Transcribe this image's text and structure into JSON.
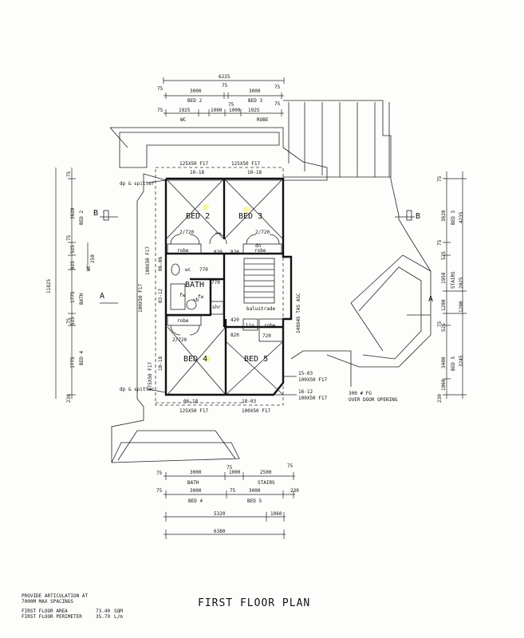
{
  "title": "FIRST FLOOR PLAN",
  "notes": {
    "articulation_1": "PROVIDE ARTICULATION AT",
    "articulation_2": "7000M MAX SPACINGS",
    "area_label": "FIRST FLOOR AREA",
    "area_value": "73.40",
    "area_unit": "SQM",
    "perimeter_label": "FIRST FLOOR PERIMETER",
    "perimeter_value": "35.79",
    "perimeter_unit": "L/m"
  },
  "rooms": {
    "bed2": "BED 2",
    "bed3": "BED 3",
    "bed4": "BED 4",
    "bed5": "BED 5",
    "bath": "BATH"
  },
  "labels": {
    "robe": "robe",
    "lin": "lin",
    "shr": "shr",
    "balustrade": "balustrade",
    "dn": "dn",
    "door_2720": "2/720",
    "d820": "820",
    "d770": "770",
    "d720": "720",
    "d420": "420",
    "fw": "fw",
    "wc": "wc",
    "vb": "vb",
    "dp_spitter": "dp & spitter",
    "lintel_10_18": "10-18",
    "lintel_06_18": "06-18",
    "lintel_18_03": "18-03",
    "lintel_15_03": "15-03",
    "lintel_16_12": "16-12",
    "lintel_06_06": "06-06",
    "lintel_03_12": "03-12",
    "beam_125": "125X50 F17",
    "beam_100": "100X50 F17",
    "beam_175": "175X50 F17",
    "beam_240": "240X45 TAS ASC",
    "fg_1": "300 # FG",
    "fg_2": "OVER DOOR OPENING",
    "section_a": "A",
    "section_b": "B"
  },
  "top_dims": {
    "overall": "6225",
    "r1": [
      "75",
      "3000",
      "75",
      "3000",
      "75"
    ],
    "r1_rooms": [
      "BED 2",
      "BED 3"
    ],
    "r2": [
      "75",
      "1925",
      "1000",
      "1000",
      "75",
      "1925",
      "75"
    ],
    "r2_rooms": [
      "WC",
      "ROBE"
    ]
  },
  "bottom_dims": {
    "r1": [
      "75",
      "3000",
      "75",
      "1000",
      "2500",
      "75"
    ],
    "r1_rooms": [
      "BATH",
      "STAIRS"
    ],
    "r2": [
      "75",
      "3000",
      "75",
      "3000",
      "230"
    ],
    "r2_rooms": [
      "BED 4",
      "BED 5"
    ],
    "r3": [
      "5320",
      "1060"
    ],
    "overall": "6380"
  },
  "left_dims": {
    "overall": "11825",
    "values": [
      "75",
      "3620",
      "75",
      "525",
      "925",
      "250",
      "1775",
      "75",
      "525",
      "3775",
      "230"
    ],
    "rooms": [
      "BED 2",
      "WC",
      "BATH",
      "BED 4"
    ]
  },
  "right_dims": {
    "outer": [
      "75",
      "3620",
      "75",
      "525",
      "1950",
      "1200",
      "75",
      "525",
      "3400",
      "1060",
      "230"
    ],
    "rooms": [
      "BED 3",
      "STAIRS",
      "BED 5"
    ],
    "inner": [
      "4235",
      "2025",
      "1200",
      "3245"
    ]
  }
}
